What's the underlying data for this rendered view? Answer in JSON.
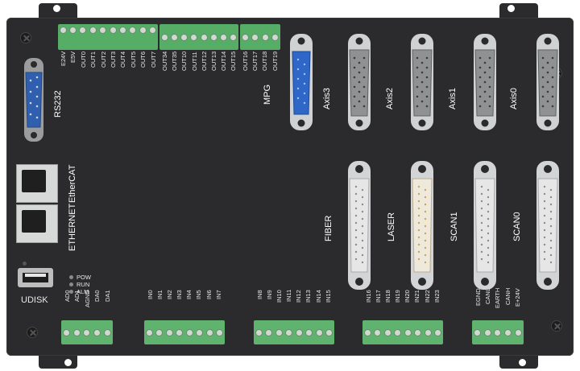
{
  "colors": {
    "panel": "#2b2b2d",
    "terminal": "#5fb36e",
    "db_blue": "#2f67c9",
    "db_gray": "#8c8c8c",
    "db_white": "#e6e6e6"
  },
  "top_terminals": {
    "group1": [
      "E24V",
      "E5V",
      "OUT0",
      "OUT1",
      "OUT2",
      "OUT3",
      "OUT4",
      "OUT5",
      "OUT6",
      "OUT7"
    ],
    "group2": [
      "OUT34",
      "OUT35",
      "OUT10",
      "OUT11",
      "OUT12",
      "OUT13",
      "OUT14",
      "OUT15"
    ],
    "group3": [
      "OUT16",
      "OUT17",
      "OUT18",
      "OUT19"
    ]
  },
  "connectors": {
    "rs232": "RS232",
    "mpg": "MPG",
    "axis3": "Axis3",
    "axis2": "Axis2",
    "axis1": "Axis1",
    "axis0": "Axis0",
    "ethercat": "EtherCAT",
    "ethernet": "ETHERNET",
    "udisk": "UDISK",
    "fiber": "FIBER",
    "laser": "LASER",
    "scan1": "SCAN1",
    "scan0": "SCAN0"
  },
  "leds": [
    "POW",
    "RUN",
    "ALM"
  ],
  "bottom_terminals": {
    "analog": [
      "AD0",
      "AD1",
      "AGND",
      "DA0",
      "DA1"
    ],
    "in_a": [
      "IN0",
      "IN1",
      "IN2",
      "IN3",
      "IN4",
      "IN5",
      "IN6",
      "IN7"
    ],
    "in_b": [
      "IN8",
      "IN9",
      "IN10",
      "IN11",
      "IN12",
      "IN13",
      "IN14",
      "IN15"
    ],
    "in_c": [
      "IN16",
      "IN17",
      "IN18",
      "IN19",
      "IN20",
      "IN21",
      "IN22",
      "IN23"
    ],
    "can": [
      "EGND",
      "CANL",
      "EARTH",
      "CANH",
      "E+24V"
    ]
  }
}
